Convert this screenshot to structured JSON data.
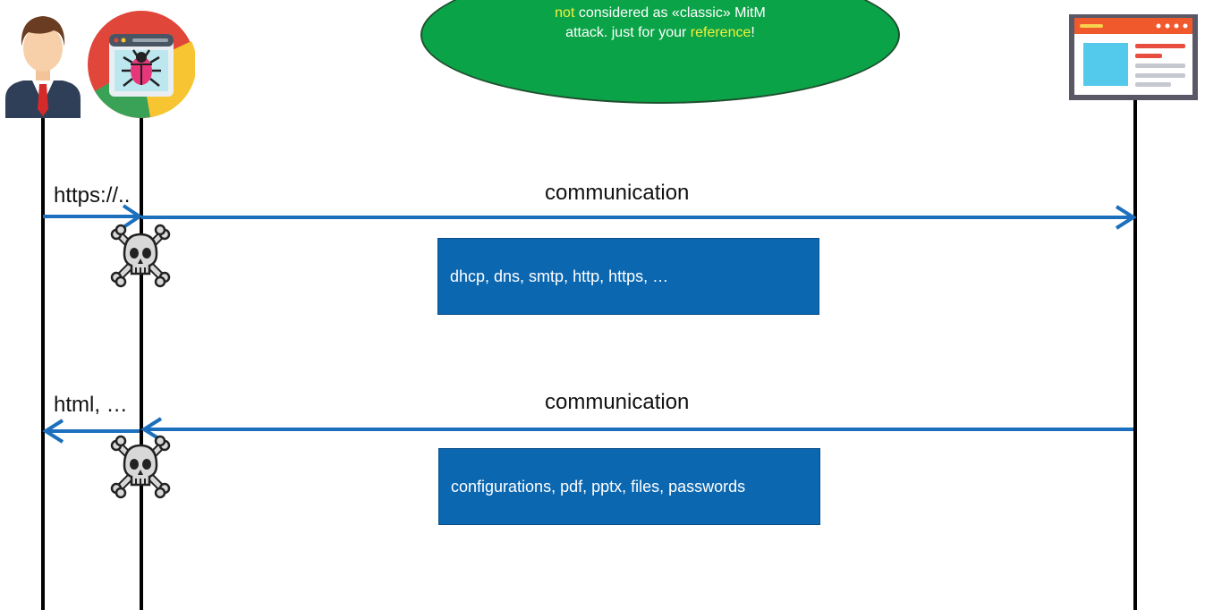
{
  "note": {
    "word_not": "not",
    "line1_rest": " considered as «classic» MitM",
    "line2_start": "attack. just for your ",
    "word_reference": "reference",
    "line2_end": "!"
  },
  "request": {
    "left_label": "https://..",
    "center_label": "communication",
    "box_text": "dhcp, dns, smtp, http, https, …"
  },
  "response": {
    "left_label": "html, …",
    "center_label": "communication",
    "box_text": "configurations, pdf, pptx, files, passwords"
  },
  "icons": {
    "user": "user-avatar-icon",
    "browser": "malicious-browser-extension-icon",
    "server": "web-server-icon",
    "skull": "skull-crossbones-icon"
  },
  "colors": {
    "arrow": "#1b6fbd",
    "box": "#0c67b1",
    "note": "#0ba347",
    "highlight": "#f4f13a"
  }
}
